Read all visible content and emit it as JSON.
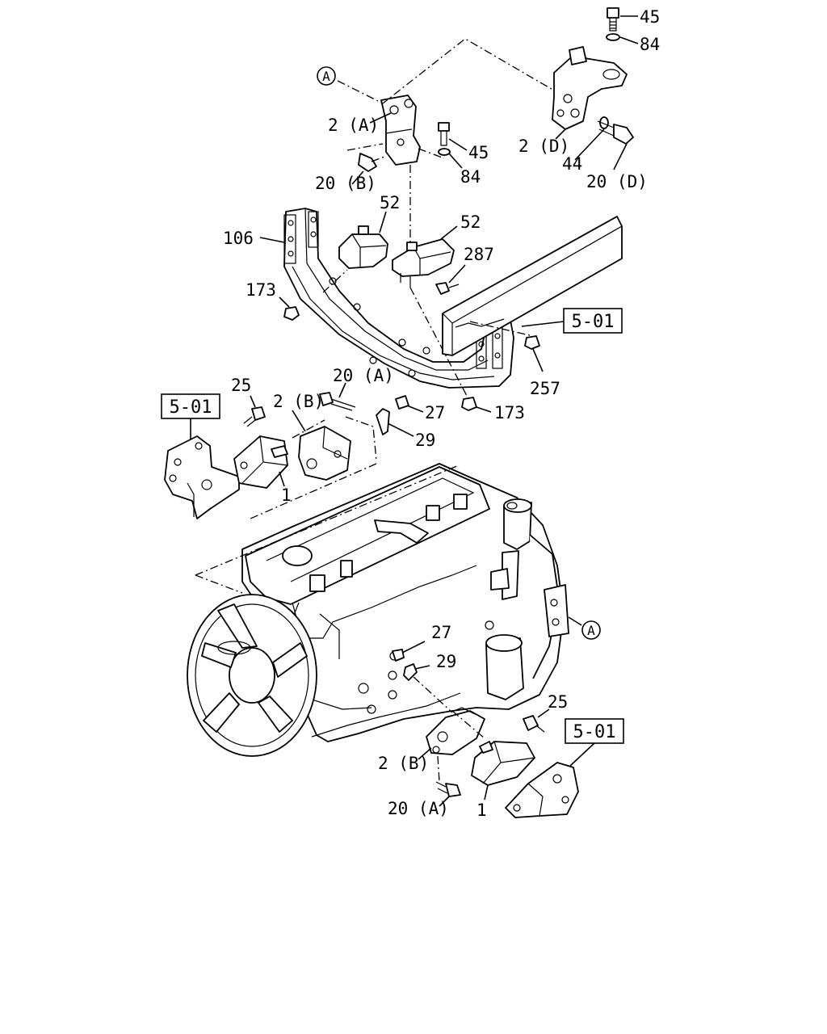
{
  "labels": {
    "p45_top": "45",
    "p84_top": "84",
    "circle_a_top": "A",
    "p2a": "2 (A)",
    "p45_mid": "45",
    "p84_mid": "84",
    "p2d": "2 (D)",
    "p44": "44",
    "p20d": "20 (D)",
    "p20b": "20 (B)",
    "p52_left": "52",
    "p52_right": "52",
    "p106": "106",
    "p287": "287",
    "p173_left": "173",
    "p501_right": "5-01",
    "p257": "257",
    "p25_left": "25",
    "p20a_top": "20 (A)",
    "p2b_top": "2 (B)",
    "p501_left": "5-01",
    "p27_top": "27",
    "p173_right": "173",
    "p29_top": "29",
    "p1_left": "1",
    "circle_a_engine": "A",
    "p27_bottom": "27",
    "p29_bottom": "29",
    "p25_bottom": "25",
    "p501_bottom": "5-01",
    "p2b_bottom": "2 (B)",
    "p20a_bottom": "20 (A)",
    "p1_bottom": "1"
  }
}
